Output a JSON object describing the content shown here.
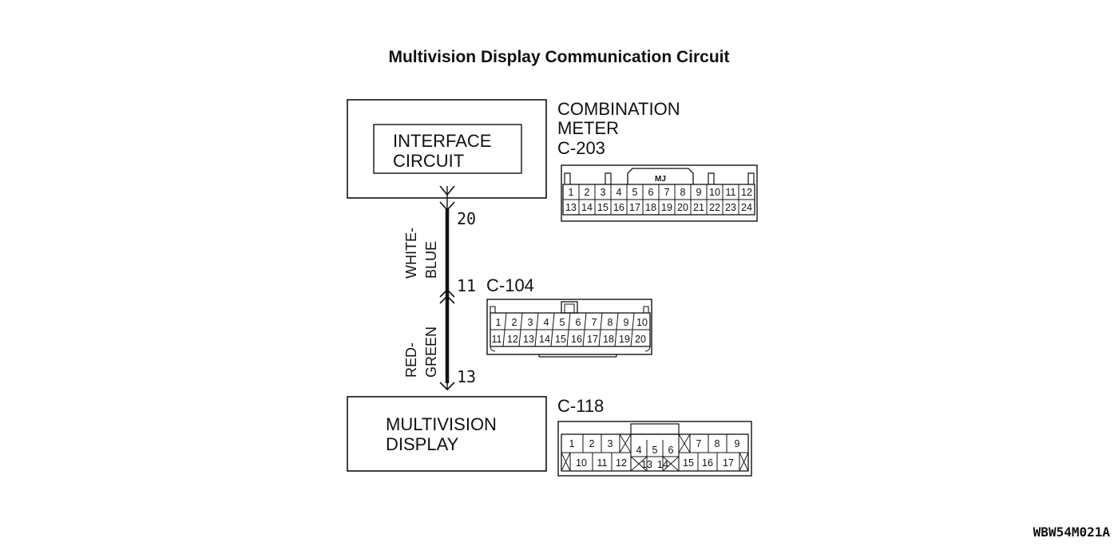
{
  "title": "Multivision Display Communication Circuit",
  "combination_meter": {
    "label_line1": "COMBINATION",
    "label_line2": "METER",
    "connector": "C-203",
    "interface_line1": "INTERFACE",
    "interface_line2": "CIRCUIT",
    "key_label": "MJ",
    "top_row": [
      "1",
      "2",
      "3",
      "4",
      "5",
      "6",
      "7",
      "8",
      "9",
      "10",
      "11",
      "12"
    ],
    "bottom_row": [
      "13",
      "14",
      "15",
      "16",
      "17",
      "18",
      "19",
      "20",
      "21",
      "22",
      "23",
      "24"
    ]
  },
  "intermediate": {
    "connector": "C-104",
    "top_row": [
      "1",
      "2",
      "3",
      "4",
      "5",
      "6",
      "7",
      "8",
      "9",
      "10"
    ],
    "bottom_row": [
      "11",
      "12",
      "13",
      "14",
      "15",
      "16",
      "17",
      "18",
      "19",
      "20"
    ]
  },
  "multivision_display": {
    "label_line1": "MULTIVISION",
    "label_line2": "DISPLAY",
    "connector": "C-118",
    "top_row": [
      "1",
      "2",
      "3",
      "",
      "4",
      "5",
      "6",
      "",
      "7",
      "8",
      "9"
    ],
    "bottom_row": [
      "",
      "10",
      "11",
      "12",
      "",
      "13",
      "14",
      "",
      "15",
      "16",
      "17",
      ""
    ]
  },
  "wiring": {
    "pin_meter": "20",
    "pin_junction": "11",
    "pin_display": "13",
    "wire_upper_line1": "WHITE-",
    "wire_upper_line2": "BLUE",
    "wire_lower_line1": "RED-",
    "wire_lower_line2": "GREEN"
  },
  "figure_code": "WBW54M021A"
}
